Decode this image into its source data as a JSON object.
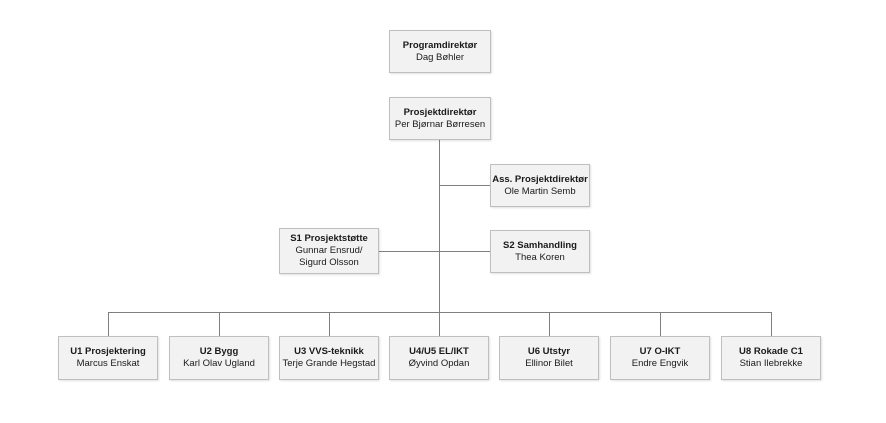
{
  "top": {
    "program": {
      "title": "Programdirektør",
      "names": [
        "Dag Bøhler"
      ]
    },
    "project": {
      "title": "Prosjektdirektør",
      "names": [
        "Per Bjørnar Børresen"
      ]
    }
  },
  "staff": {
    "assistant": {
      "title": "Ass. Prosjektdirektør",
      "names": [
        "Ole Martin Semb"
      ]
    },
    "s1": {
      "title": "S1 Prosjektstøtte",
      "names": [
        "Gunnar Ensrud/",
        "Sigurd Olsson"
      ]
    },
    "s2": {
      "title": "S2 Samhandling",
      "names": [
        "Thea Koren"
      ]
    }
  },
  "units": [
    {
      "title": "U1 Prosjektering",
      "names": [
        "Marcus Enskat"
      ]
    },
    {
      "title": "U2 Bygg",
      "names": [
        "Karl Olav Ugland"
      ]
    },
    {
      "title": "U3 VVS-teknikk",
      "names": [
        "Terje Grande Hegstad"
      ]
    },
    {
      "title": "U4/U5 EL/IKT",
      "names": [
        "Øyvind Opdan"
      ]
    },
    {
      "title": "U6 Utstyr",
      "names": [
        "Ellinor Bilet"
      ]
    },
    {
      "title": "U7 O-IKT",
      "names": [
        "Endre Engvik"
      ]
    },
    {
      "title": "U8 Rokade C1",
      "names": [
        "Stian Ilebrekke"
      ]
    }
  ]
}
